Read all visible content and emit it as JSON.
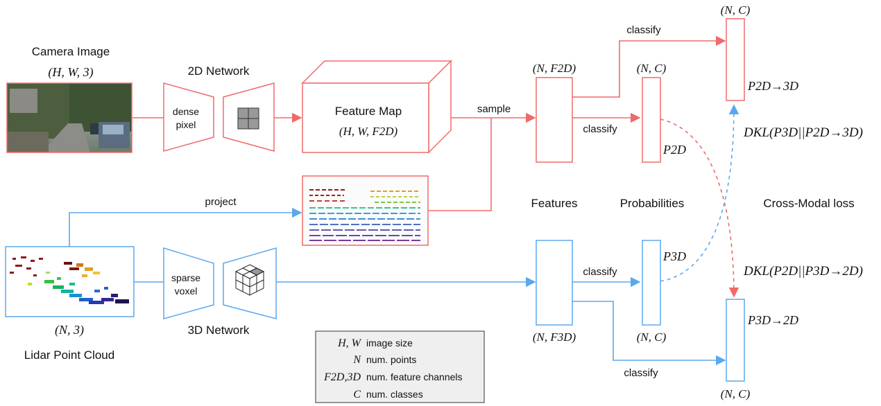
{
  "camera": {
    "label": "Camera Image",
    "shape": "(H, W, 3)"
  },
  "lidar": {
    "label": "Lidar Point Cloud",
    "shape": "(N, 3)"
  },
  "net2d": {
    "label": "2D Network",
    "line1": "dense",
    "line2": "pixel"
  },
  "net3d": {
    "label": "3D Network",
    "line1": "sparse",
    "line2": "voxel"
  },
  "feature_map": {
    "title": "Feature Map",
    "shape": "(H, W, F2D)"
  },
  "edges": {
    "sample": "sample",
    "project": "project",
    "classify_top": "classify",
    "classify_2d": "classify",
    "classify_3d": "classify",
    "classify_bottom": "classify"
  },
  "features2d": {
    "shape": "(N, F2D)"
  },
  "features3d": {
    "shape": "(N, F3D)"
  },
  "prob2d": {
    "shape": "(N, C)",
    "label": "P2D"
  },
  "prob3d": {
    "shape": "(N, C)",
    "label": "P3D"
  },
  "p2d_to_3d": {
    "shape": "(N, C)",
    "label": "P2D→3D"
  },
  "p3d_to_2d": {
    "shape": "(N, C)",
    "label": "P3D→2D"
  },
  "columns": {
    "features": "Features",
    "probabilities": "Probabilities",
    "loss": "Cross-Modal loss"
  },
  "kl": {
    "top": "DKL(P3D||P2D→3D)",
    "bottom": "DKL(P2D||P3D→2D)"
  },
  "legend": [
    {
      "symbol": "H, W",
      "text": "image size"
    },
    {
      "symbol": "N",
      "text": "num. points"
    },
    {
      "symbol": "F2D,3D",
      "text": "num. feature channels"
    },
    {
      "symbol": "C",
      "text": "num. classes"
    }
  ],
  "colors": {
    "red": "#f06a6a",
    "blue": "#5aa8ee",
    "legend_bg": "#efefef"
  }
}
